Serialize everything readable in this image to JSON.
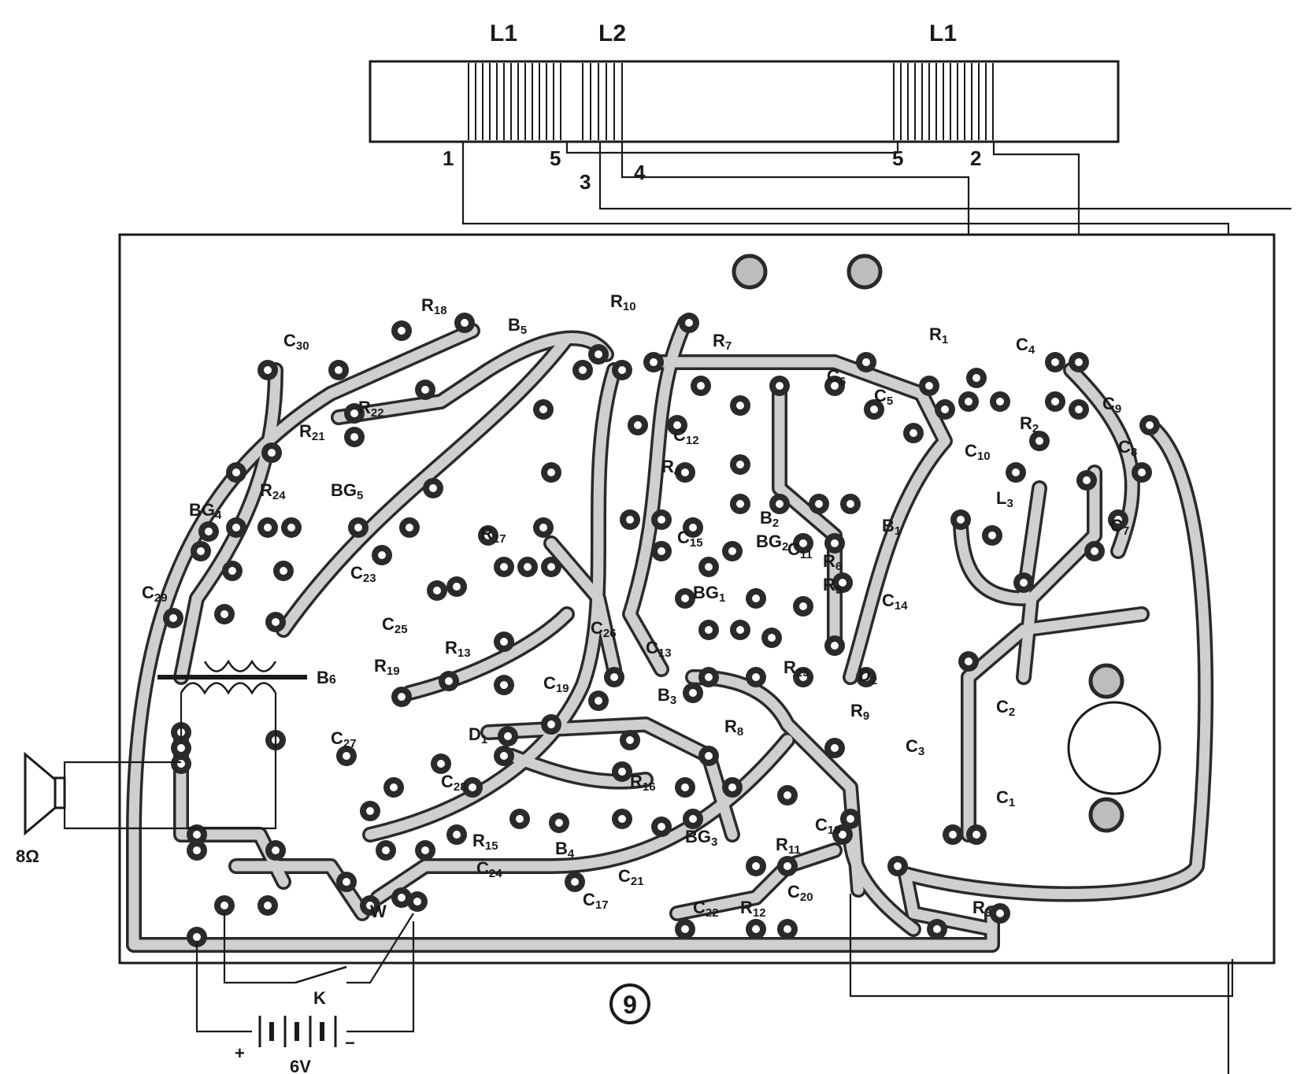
{
  "diagram": {
    "figure_number": "9",
    "antenna": {
      "labels": [
        "L1",
        "L2",
        "L1"
      ],
      "pins": [
        "1",
        "5",
        "3",
        "4",
        "5",
        "2"
      ]
    },
    "components": [
      "R18",
      "B5",
      "R10",
      "R7",
      "R1",
      "C4",
      "C30",
      "R22",
      "R21",
      "R24",
      "BG5",
      "BG4",
      "C29",
      "C23",
      "C6",
      "C5",
      "C10",
      "R2",
      "C9",
      "C8",
      "C7",
      "C12",
      "R4",
      "C15",
      "B2",
      "C11",
      "B1",
      "L3",
      "R6",
      "R5",
      "C14",
      "R17",
      "C25",
      "R13",
      "C26",
      "C13",
      "R25",
      "D2",
      "B6",
      "R19",
      "C19",
      "B3",
      "C2",
      "C3",
      "C1",
      "C27",
      "D1",
      "R8",
      "R9",
      "BG2",
      "BG1",
      "BG3",
      "R16",
      "C18",
      "R11",
      "R15",
      "C24",
      "B4",
      "C21",
      "C17",
      "C22",
      "R12",
      "C20",
      "R3",
      "C28",
      "W",
      "K"
    ],
    "speaker_label": "8Ω",
    "switch_label": "K",
    "battery": {
      "plus": "+",
      "minus": "−",
      "voltage": "6V"
    }
  },
  "colors": {
    "ink": "#1a1a1a",
    "trace_fill": "#cfcfcf",
    "background": "#ffffff"
  }
}
